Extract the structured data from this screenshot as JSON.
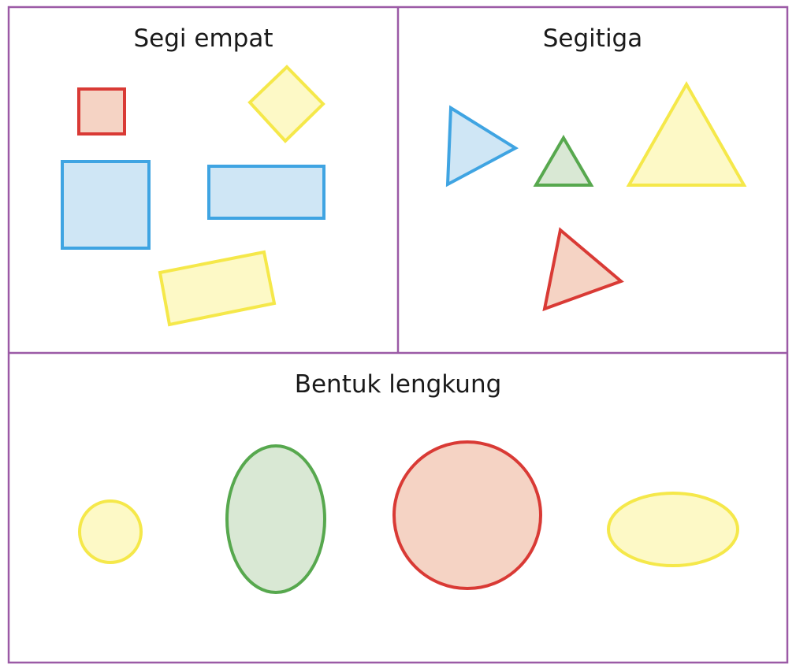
{
  "colors": {
    "frame": "#9b5aa6",
    "red": {
      "stroke": "#d93a35",
      "fill": "#f5d3c4"
    },
    "yellow": {
      "stroke": "#f5e84a",
      "fill": "#fdf9c6"
    },
    "blue": {
      "stroke": "#3fa4e2",
      "fill": "#cfe6f5"
    },
    "green": {
      "stroke": "#57a84e",
      "fill": "#d9e8d4"
    }
  },
  "panels": {
    "segi_empat": {
      "title": "Segi empat",
      "shapes": [
        {
          "kind": "square",
          "color": "red"
        },
        {
          "kind": "square-rotated",
          "color": "yellow"
        },
        {
          "kind": "square",
          "color": "blue"
        },
        {
          "kind": "rectangle",
          "color": "blue"
        },
        {
          "kind": "rectangle-rotated",
          "color": "yellow"
        }
      ]
    },
    "segitiga": {
      "title": "Segitiga",
      "shapes": [
        {
          "kind": "triangle",
          "color": "blue"
        },
        {
          "kind": "triangle",
          "color": "green"
        },
        {
          "kind": "triangle",
          "color": "yellow"
        },
        {
          "kind": "triangle",
          "color": "red"
        }
      ]
    },
    "bentuk_lengkung": {
      "title": "Bentuk lengkung",
      "shapes": [
        {
          "kind": "circle",
          "color": "yellow"
        },
        {
          "kind": "ellipse-vertical",
          "color": "green"
        },
        {
          "kind": "circle",
          "color": "red"
        },
        {
          "kind": "ellipse-horizontal",
          "color": "yellow"
        }
      ]
    }
  }
}
